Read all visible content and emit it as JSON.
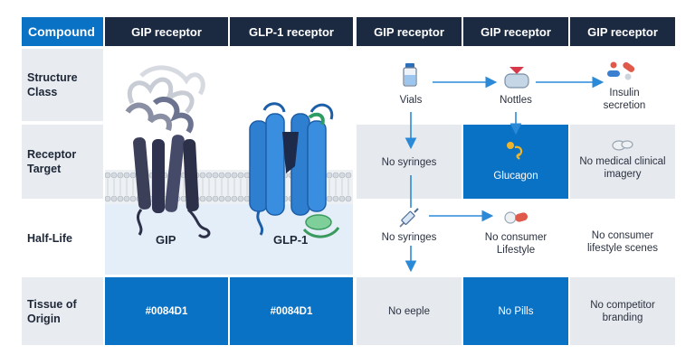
{
  "header": {
    "compound": "Compound",
    "col1": "GIP receptor",
    "col2": "GLP-1 receptor",
    "col3": "GIP receptor",
    "col4": "GIP receptor",
    "col5": "GIP receptor"
  },
  "rows": {
    "structure": "Structure Class",
    "receptor": "Receptor Target",
    "halflife": "Half-Life",
    "tissue": "Tissue of Origin"
  },
  "molecules": {
    "gip_label": "GIP",
    "glp1_label": "GLP-1"
  },
  "flow": {
    "vials": "Vials",
    "nottles": "Nottles",
    "insulin": "Insulin secretion",
    "no_syringes_1": "No syringes",
    "glucagon": "Glucagon",
    "no_medical": "No medical clinical imagery",
    "no_syringes_2": "No syringes",
    "no_consumer_lifestyle": "No consumer Lifestyle",
    "no_consumer_scenes": "No consumer lifestyle scenes"
  },
  "tissue_row": {
    "gip_color": "#0084D1",
    "glp1_color": "#0084D1",
    "no_eeple": "No eeple",
    "no_pills": "No Pills",
    "no_competitor": "No competitor branding"
  },
  "colors": {
    "accent": "#0a72c5",
    "header_dark": "#1b2a41",
    "gray_cell": "#e6e9ee",
    "arrow_blue": "#2a8ad8"
  },
  "icons": [
    "vial-icon",
    "bottle-icon",
    "pills-icon",
    "tablets-icon",
    "glucagon-icon",
    "syringe-icon",
    "capsule-icon"
  ]
}
